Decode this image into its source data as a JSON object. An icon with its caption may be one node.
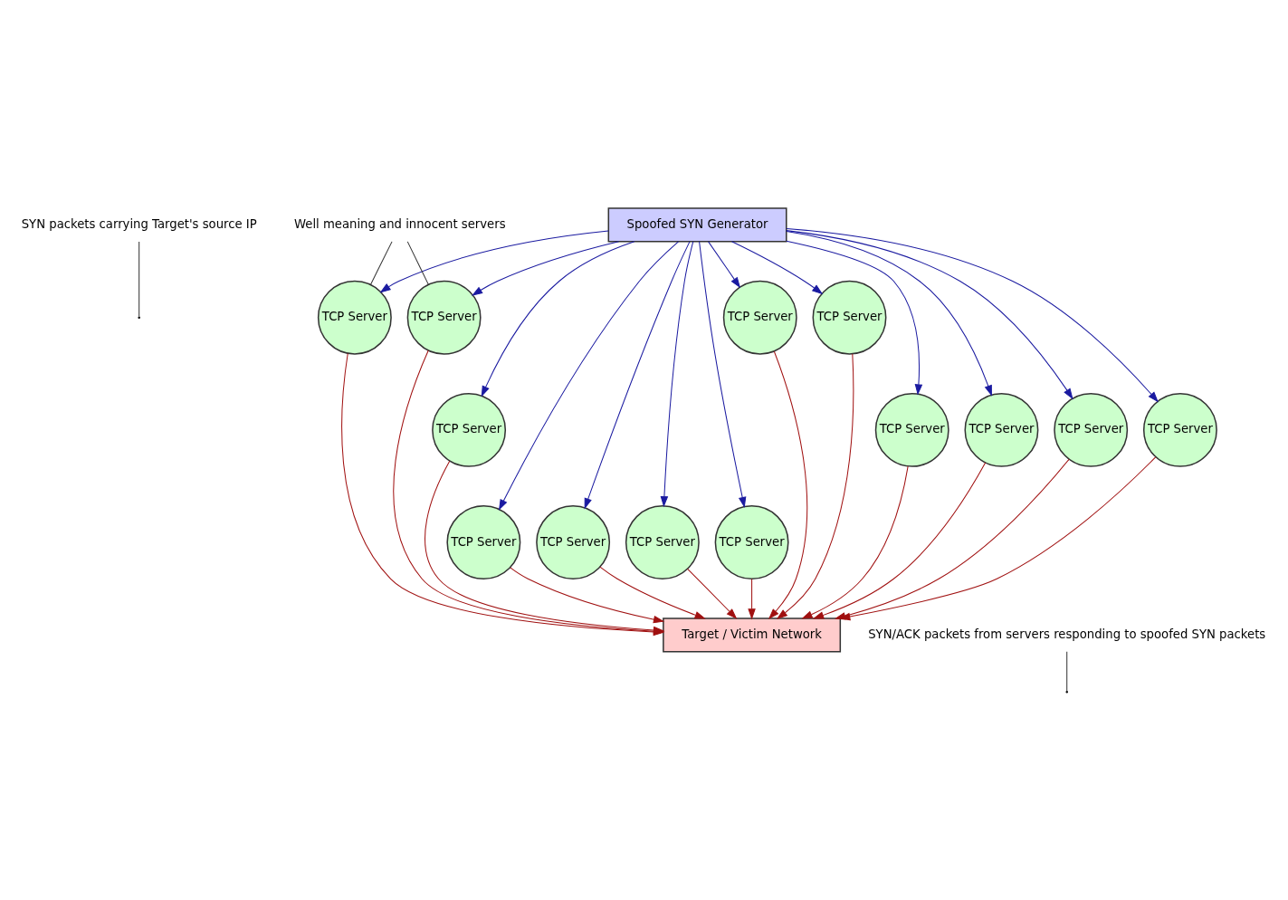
{
  "diagram": {
    "nodes": [
      {
        "text": [
          "SYN packets carrying Target's source IP"
        ]
      },
      {
        "text": [
          "Spoofed SYN Generator"
        ]
      },
      {
        "text": [
          "Well meaning and innocent servers"
        ]
      },
      {
        "text": [
          "TCP Server"
        ]
      },
      {
        "text": [
          "TCP Server"
        ]
      },
      {
        "text": [
          "TCP Server"
        ]
      },
      {
        "text": [
          "TCP Server"
        ]
      },
      {
        "text": [
          "TCP Server"
        ]
      },
      {
        "text": [
          "TCP Server"
        ]
      },
      {
        "text": [
          "TCP Server"
        ]
      },
      {
        "text": [
          "TCP Server"
        ]
      },
      {
        "text": [
          "TCP Server"
        ]
      },
      {
        "text": [
          "TCP Server"
        ]
      },
      {
        "text": [
          "TCP Server"
        ]
      },
      {
        "text": [
          "TCP Server"
        ]
      },
      {
        "text": [
          "TCP Server"
        ]
      },
      {
        "text": [
          "SYN/ACK packets from servers responding to spoofed SYN packets"
        ]
      },
      {
        "text": [
          "Target / Victim Network"
        ]
      }
    ],
    "edges": [
      {
        "from": 1,
        "to": 3,
        "arrow": "to",
        "color": "#1a1aa0"
      },
      {
        "from": 1,
        "to": 4,
        "arrow": "to",
        "color": "#1a1aa0"
      },
      {
        "from": 1,
        "to": 5,
        "arrow": "to",
        "color": "#1a1aa0"
      },
      {
        "from": 1,
        "to": 6,
        "arrow": "to",
        "color": "#1a1aa0"
      },
      {
        "from": 1,
        "to": 7,
        "arrow": "to",
        "color": "#1a1aa0"
      },
      {
        "from": 1,
        "to": 8,
        "arrow": "to",
        "color": "#1a1aa0"
      },
      {
        "from": 1,
        "to": 9,
        "arrow": "to",
        "color": "#1a1aa0"
      },
      {
        "from": 1,
        "to": 10,
        "arrow": "to",
        "color": "#1a1aa0"
      },
      {
        "from": 1,
        "to": 11,
        "arrow": "to",
        "color": "#1a1aa0"
      },
      {
        "from": 1,
        "to": 12,
        "arrow": "to",
        "color": "#1a1aa0"
      },
      {
        "from": 1,
        "to": 13,
        "arrow": "to",
        "color": "#1a1aa0"
      },
      {
        "from": 1,
        "to": 14,
        "arrow": "to",
        "color": "#1a1aa0"
      },
      {
        "from": 1,
        "to": 15,
        "arrow": "to",
        "color": "#1a1aa0"
      },
      {
        "from": 3,
        "to": 17,
        "arrow": "to",
        "color": "#a01010"
      },
      {
        "from": 4,
        "to": 17,
        "arrow": "to",
        "color": "#a01010"
      },
      {
        "from": 5,
        "to": 17,
        "arrow": "to",
        "color": "#a01010"
      },
      {
        "from": 6,
        "to": 17,
        "arrow": "to",
        "color": "#a01010"
      },
      {
        "from": 7,
        "to": 17,
        "arrow": "to",
        "color": "#a01010"
      },
      {
        "from": 8,
        "to": 17,
        "arrow": "to",
        "color": "#a01010"
      },
      {
        "from": 9,
        "to": 17,
        "arrow": "to",
        "color": "#a01010"
      },
      {
        "from": 10,
        "to": 17,
        "arrow": "to",
        "color": "#a01010"
      },
      {
        "from": 11,
        "to": 17,
        "arrow": "to",
        "color": "#a01010"
      },
      {
        "from": 12,
        "to": 17,
        "arrow": "to",
        "color": "#a01010"
      },
      {
        "from": 13,
        "to": 17,
        "arrow": "to",
        "color": "#a01010"
      },
      {
        "from": 14,
        "to": 17,
        "arrow": "to",
        "color": "#a01010"
      },
      {
        "from": 15,
        "to": 17,
        "arrow": "to",
        "color": "#a01010"
      },
      {
        "from": 0,
        "to": null,
        "arrow": "none",
        "color": "#333333"
      },
      {
        "from": 2,
        "to": 5,
        "arrow": "none",
        "color": "#333333"
      },
      {
        "from": 2,
        "to": 6,
        "arrow": "none",
        "color": "#333333"
      },
      {
        "from": 16,
        "to": null,
        "arrow": "none",
        "color": "#333333"
      }
    ]
  }
}
